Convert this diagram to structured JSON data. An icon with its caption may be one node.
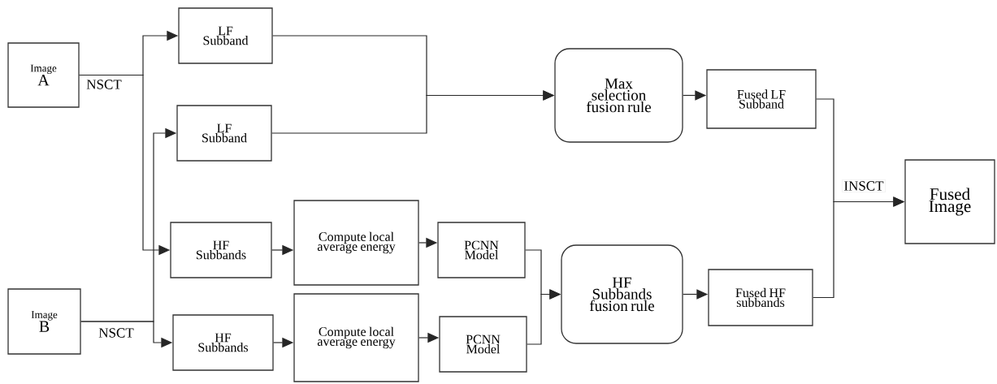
{
  "diagram": {
    "nodes": [
      {
        "text": [
          "Image",
          "A"
        ]
      },
      {
        "text": [
          "Image",
          "B"
        ]
      },
      {
        "text": [
          "LF Subband"
        ]
      },
      {
        "text": [
          "LF Subband"
        ]
      },
      {
        "text": [
          "HF Subbands"
        ]
      },
      {
        "text": [
          "HF Subbands"
        ]
      },
      {
        "text": [
          "Compute local average energy"
        ]
      },
      {
        "text": [
          "Compute local average energy"
        ]
      },
      {
        "text": [
          "PCNN Model"
        ]
      },
      {
        "text": [
          "PCNN Model"
        ]
      },
      {
        "text": [
          "Max selection fusion rule"
        ]
      },
      {
        "text": [
          "HF Subbands fusion rule"
        ]
      },
      {
        "text": [
          "Fused LF Subband"
        ]
      },
      {
        "text": [
          "Fused HF subbands"
        ]
      },
      {
        "text": [
          "Fused Image"
        ]
      }
    ],
    "edges": [
      {
        "from": 0,
        "to": 2,
        "arrow": "to",
        "label": "NSCT"
      },
      {
        "from": 0,
        "to": 4,
        "arrow": "to"
      },
      {
        "from": 1,
        "to": 3,
        "arrow": "to",
        "label": "NSCT"
      },
      {
        "from": 1,
        "to": 5,
        "arrow": "to"
      },
      {
        "from": 2,
        "to": 10,
        "arrow": "to"
      },
      {
        "from": 3,
        "to": 10,
        "arrow": "to"
      },
      {
        "from": 4,
        "to": 6,
        "arrow": "to"
      },
      {
        "from": 5,
        "to": 7,
        "arrow": "to"
      },
      {
        "from": 6,
        "to": 8,
        "arrow": "to"
      },
      {
        "from": 7,
        "to": 9,
        "arrow": "to"
      },
      {
        "from": 8,
        "to": 11,
        "arrow": "to"
      },
      {
        "from": 9,
        "to": 11,
        "arrow": "to"
      },
      {
        "from": 10,
        "to": 12,
        "arrow": "to"
      },
      {
        "from": 11,
        "to": 13,
        "arrow": "to"
      },
      {
        "from": 12,
        "to": 14,
        "arrow": "to",
        "label": "INSCT"
      },
      {
        "from": 13,
        "to": 14,
        "arrow": "to"
      }
    ]
  }
}
